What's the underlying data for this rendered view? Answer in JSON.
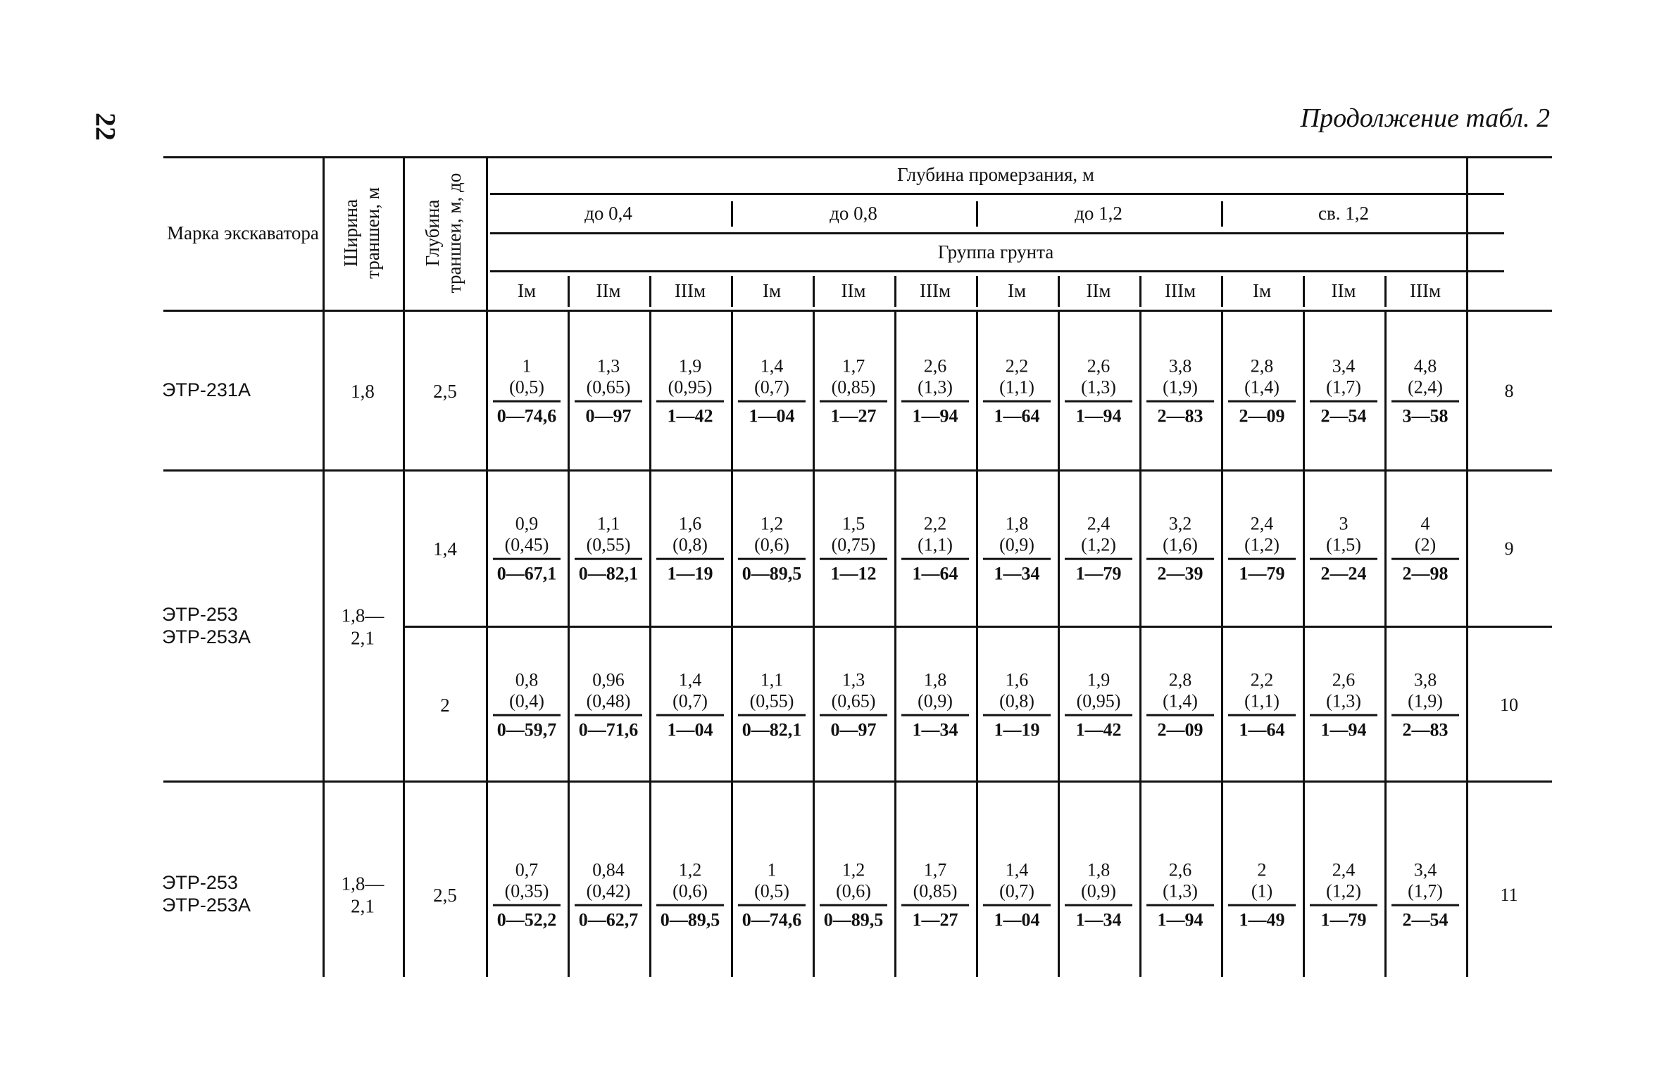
{
  "page_number": "22",
  "continuation_title": "Продолжение табл. 2",
  "header": {
    "excavator_brand": "Марка экскаватора",
    "trench_width": "Ширина траншеи, м",
    "trench_depth": "Глубина траншеи, м, до",
    "freezing_depth": "Глубина промерзания, м",
    "depth_groups": [
      "до 0,4",
      "до 0,8",
      "до 1,2",
      "св. 1,2"
    ],
    "soil_group": "Группа грунта",
    "soil_classes": [
      "Iм",
      "IIм",
      "IIIм",
      "Iм",
      "IIм",
      "IIIм",
      "Iм",
      "IIм",
      "IIIм",
      "Iм",
      "IIм",
      "IIIм"
    ]
  },
  "rows": [
    {
      "number": "8",
      "brand": "ЭТР-231А",
      "width": "1,8",
      "depth": "2,5",
      "cells": [
        [
          "1",
          "(0,5)",
          "0—74,6"
        ],
        [
          "1,3",
          "(0,65)",
          "0—97"
        ],
        [
          "1,9",
          "(0,95)",
          "1—42"
        ],
        [
          "1,4",
          "(0,7)",
          "1—04"
        ],
        [
          "1,7",
          "(0,85)",
          "1—27"
        ],
        [
          "2,6",
          "(1,3)",
          "1—94"
        ],
        [
          "2,2",
          "(1,1)",
          "1—64"
        ],
        [
          "2,6",
          "(1,3)",
          "1—94"
        ],
        [
          "3,8",
          "(1,9)",
          "2—83"
        ],
        [
          "2,8",
          "(1,4)",
          "2—09"
        ],
        [
          "3,4",
          "(1,7)",
          "2—54"
        ],
        [
          "4,8",
          "(2,4)",
          "3—58"
        ]
      ]
    },
    {
      "number": "9",
      "brand": "ЭТР-253\nЭТР-253А",
      "width": "1,8—\n2,1",
      "depth": "1,4",
      "cells": [
        [
          "0,9",
          "(0,45)",
          "0—67,1"
        ],
        [
          "1,1",
          "(0,55)",
          "0—82,1"
        ],
        [
          "1,6",
          "(0,8)",
          "1—19"
        ],
        [
          "1,2",
          "(0,6)",
          "0—89,5"
        ],
        [
          "1,5",
          "(0,75)",
          "1—12"
        ],
        [
          "2,2",
          "(1,1)",
          "1—64"
        ],
        [
          "1,8",
          "(0,9)",
          "1—34"
        ],
        [
          "2,4",
          "(1,2)",
          "1—79"
        ],
        [
          "3,2",
          "(1,6)",
          "2—39"
        ],
        [
          "2,4",
          "(1,2)",
          "1—79"
        ],
        [
          "3",
          "(1,5)",
          "2—24"
        ],
        [
          "4",
          "(2)",
          "2—98"
        ]
      ]
    },
    {
      "number": "10",
      "depth": "2",
      "cells": [
        [
          "0,8",
          "(0,4)",
          "0—59,7"
        ],
        [
          "0,96",
          "(0,48)",
          "0—71,6"
        ],
        [
          "1,4",
          "(0,7)",
          "1—04"
        ],
        [
          "1,1",
          "(0,55)",
          "0—82,1"
        ],
        [
          "1,3",
          "(0,65)",
          "0—97"
        ],
        [
          "1,8",
          "(0,9)",
          "1—34"
        ],
        [
          "1,6",
          "(0,8)",
          "1—19"
        ],
        [
          "1,9",
          "(0,95)",
          "1—42"
        ],
        [
          "2,8",
          "(1,4)",
          "2—09"
        ],
        [
          "2,2",
          "(1,1)",
          "1—64"
        ],
        [
          "2,6",
          "(1,3)",
          "1—94"
        ],
        [
          "3,8",
          "(1,9)",
          "2—83"
        ]
      ]
    },
    {
      "number": "11",
      "brand": "ЭТР-253\nЭТР-253А",
      "width": "1,8—\n2,1",
      "depth": "2,5",
      "cells": [
        [
          "0,7",
          "(0,35)",
          "0—52,2"
        ],
        [
          "0,84",
          "(0,42)",
          "0—62,7"
        ],
        [
          "1,2",
          "(0,6)",
          "0—89,5"
        ],
        [
          "1",
          "(0,5)",
          "0—74,6"
        ],
        [
          "1,2",
          "(0,6)",
          "0—89,5"
        ],
        [
          "1,7",
          "(0,85)",
          "1—27"
        ],
        [
          "1,4",
          "(0,7)",
          "1—04"
        ],
        [
          "1,8",
          "(0,9)",
          "1—34"
        ],
        [
          "2,6",
          "(1,3)",
          "1—94"
        ],
        [
          "2",
          "(1)",
          "1—49"
        ],
        [
          "2,4",
          "(1,2)",
          "1—79"
        ],
        [
          "3,4",
          "(1,7)",
          "2—54"
        ]
      ]
    }
  ]
}
